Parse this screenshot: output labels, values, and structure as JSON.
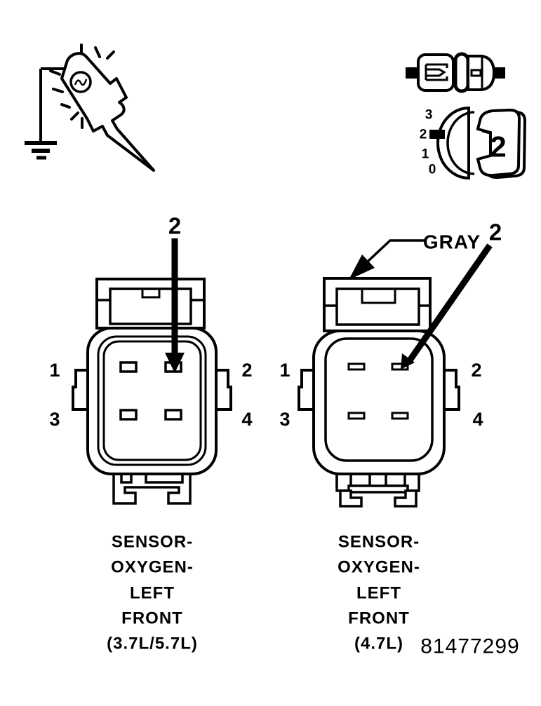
{
  "colors": {
    "ink": "#000000",
    "paper": "#ffffff"
  },
  "icons": {
    "probe": "test-light-with-ground-icon",
    "disconnect": "disconnected-connector-icon",
    "terminal": "terminal-position-icon"
  },
  "terminal_gauge": {
    "scale": [
      "3",
      "2",
      "1",
      "0"
    ],
    "value": "2"
  },
  "left_connector": {
    "callout_pin": "2",
    "pins": [
      "1",
      "2",
      "3",
      "4"
    ],
    "caption": [
      "SENSOR-",
      "OXYGEN-",
      "LEFT",
      "FRONT",
      "(3.7L/5.7L)"
    ]
  },
  "right_connector": {
    "callout_pin": "2",
    "color_label": "GRAY",
    "pins": [
      "1",
      "2",
      "3",
      "4"
    ],
    "caption": [
      "SENSOR-",
      "OXYGEN-",
      "LEFT",
      "FRONT",
      "(4.7L)"
    ]
  },
  "part_number": "81477299"
}
